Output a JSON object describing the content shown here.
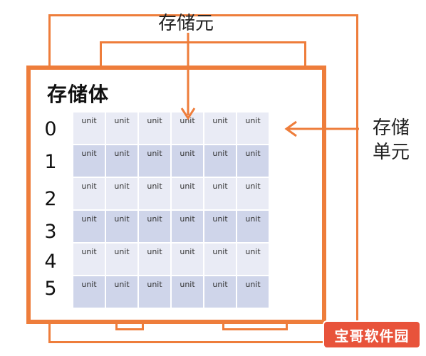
{
  "labels": {
    "title": "存储体",
    "storage_element": "存储元",
    "storage_unit_line1": "存储",
    "storage_unit_line2": "单元"
  },
  "rows": [
    "0",
    "1",
    "2",
    "3",
    "4",
    "5"
  ],
  "unit_label": "unit",
  "watermark": "宝哥软件园",
  "colors": {
    "accent": "#ee7d3b",
    "cell_light": "#e9ebf5",
    "cell_dark": "#cfd5ea",
    "badge": "#e8533b"
  }
}
